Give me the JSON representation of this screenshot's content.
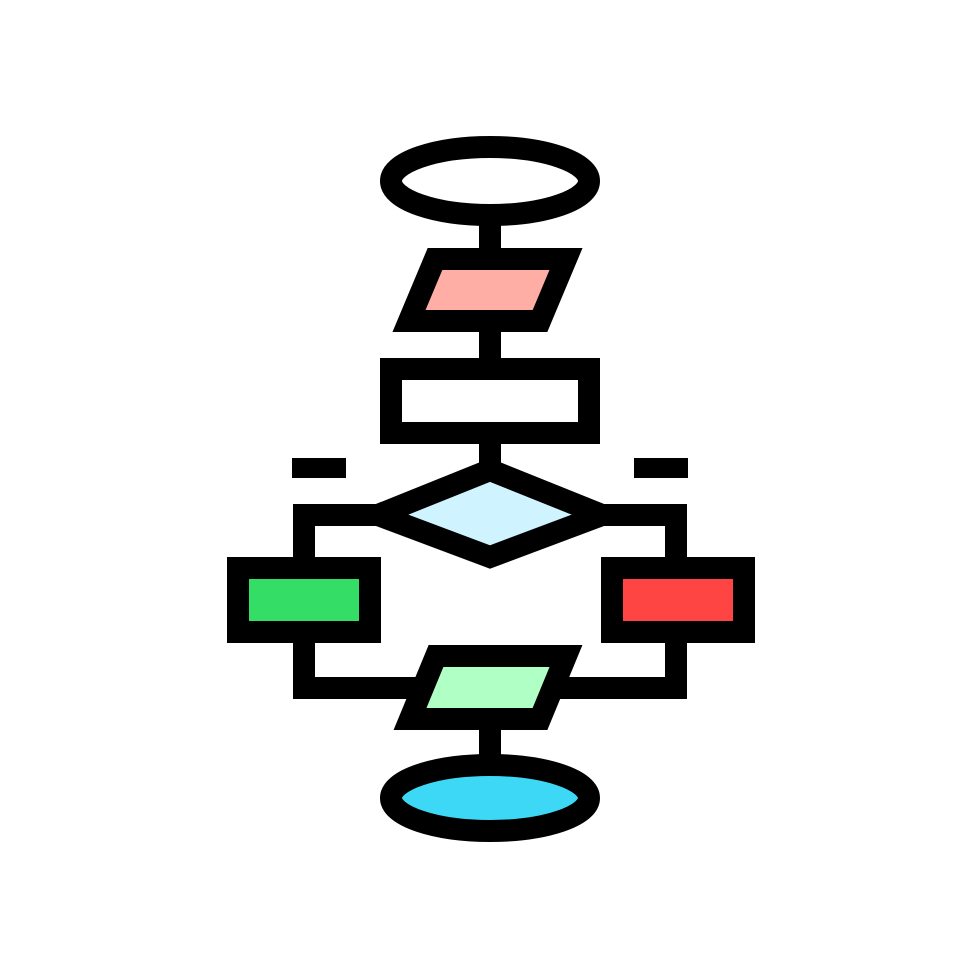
{
  "icon": {
    "name": "flowchart-icon",
    "outline_color": "#000000",
    "background_color": "#ffffff",
    "shapes": {
      "start_terminal": {
        "kind": "oval",
        "fill": "#ffffff"
      },
      "input_output_top": {
        "kind": "parallelogram",
        "fill": "#ffaea5"
      },
      "process": {
        "kind": "rectangle",
        "fill": "#ffffff"
      },
      "decision": {
        "kind": "diamond",
        "fill": "#d0f4ff"
      },
      "branch_left_process": {
        "kind": "rectangle",
        "fill": "#33dd66"
      },
      "branch_right_process": {
        "kind": "rectangle",
        "fill": "#ff4444"
      },
      "input_output_bottom": {
        "kind": "parallelogram",
        "fill": "#b0ffc4"
      },
      "end_terminal": {
        "kind": "oval",
        "fill": "#3dd8f5"
      }
    }
  }
}
